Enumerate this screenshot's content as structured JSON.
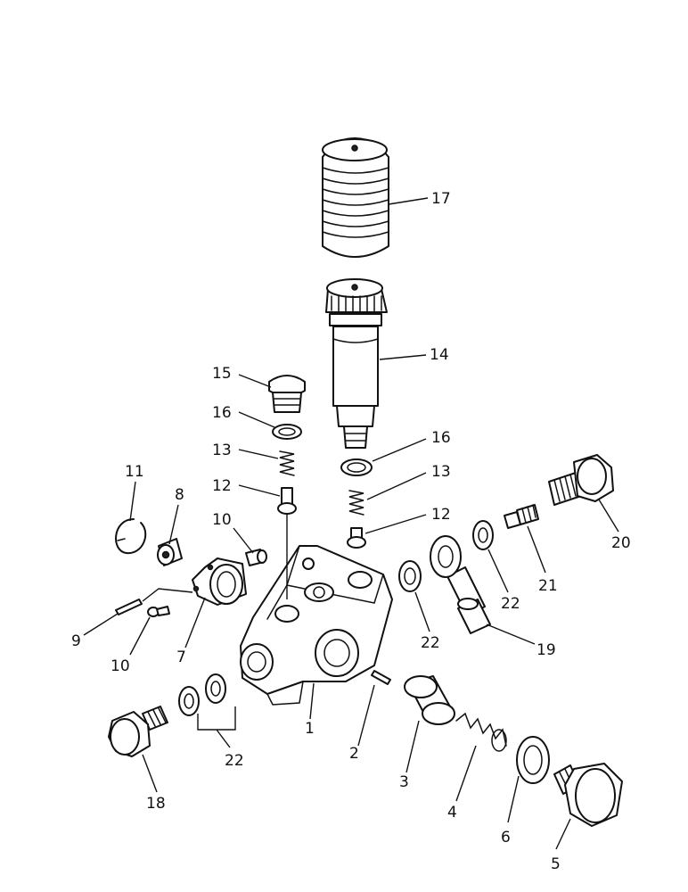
{
  "diagram": {
    "callouts": {
      "c1": "1",
      "c2": "2",
      "c3": "3",
      "c4": "4",
      "c5": "5",
      "c6": "6",
      "c7": "7",
      "c8": "8",
      "c9": "9",
      "c10a": "10",
      "c10b": "10",
      "c11": "11",
      "c12a": "12",
      "c12b": "12",
      "c13a": "13",
      "c13b": "13",
      "c14": "14",
      "c15": "15",
      "c16a": "16",
      "c16b": "16",
      "c17": "17",
      "c18": "18",
      "c19": "19",
      "c20": "20",
      "c21": "21",
      "c22a": "22",
      "c22b": "22",
      "c22c": "22"
    }
  }
}
